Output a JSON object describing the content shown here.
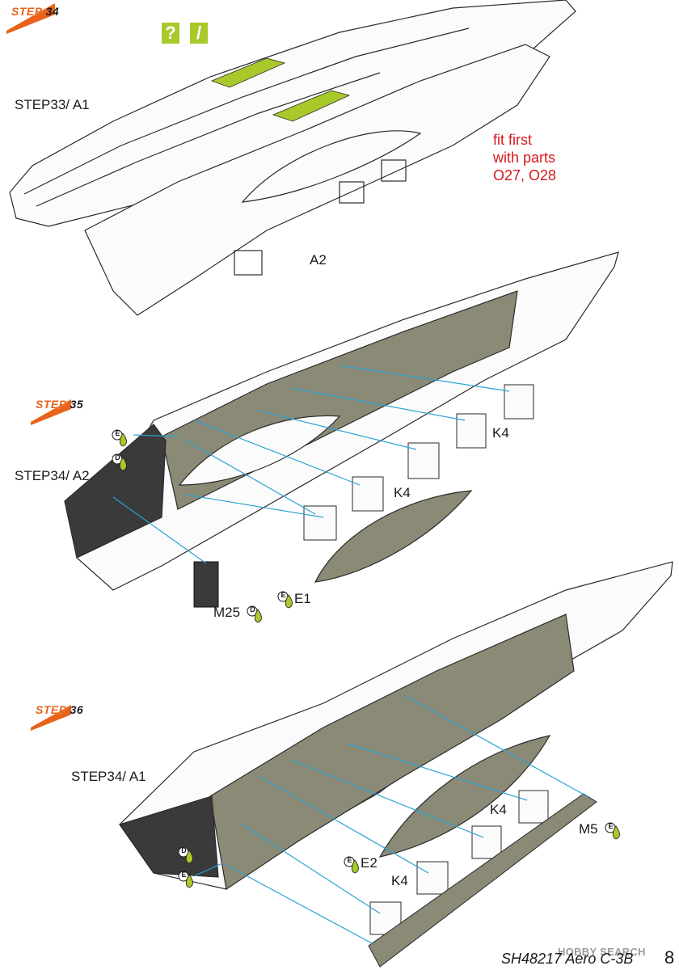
{
  "steps": [
    {
      "word": "STEP",
      "num": "34"
    },
    {
      "word": "STEP",
      "num": "35"
    },
    {
      "word": "STEP",
      "num": "36"
    }
  ],
  "icons": {
    "question": "?",
    "slash": "/"
  },
  "labels": {
    "s34_ref": "STEP33/ A1",
    "s34_part": "A2",
    "s35_ref": "STEP34/ A2",
    "s35_k4_a": "K4",
    "s35_k4_b": "K4",
    "s35_m25": "M25",
    "s35_e1": "E1",
    "s36_ref": "STEP34/ A1",
    "s36_k4_a": "K4",
    "s36_k4_b": "K4",
    "s36_m5": "M5",
    "s36_e2": "E2"
  },
  "note": "fit first\nwith parts\nO27, O28",
  "drops": {
    "e": "E",
    "d": "D"
  },
  "footer": {
    "title": "SH48217 Aero C-3B",
    "page": "8"
  },
  "watermark": "HOBBY SEARCH",
  "colors": {
    "accent": "#e8621a",
    "glue": "#a8c92a",
    "interior": "#8b8a76",
    "dark_part": "#3a3a3a",
    "leader": "#29a3d6",
    "note": "#d3191d"
  }
}
